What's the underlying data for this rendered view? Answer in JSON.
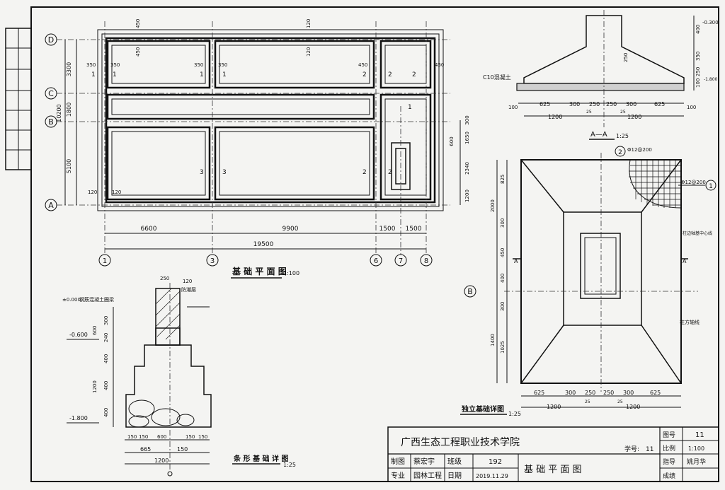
{
  "plan": {
    "title": "基 础 平 面 图",
    "scale": "1:100",
    "axis_rows": [
      "D",
      "C",
      "B",
      "A"
    ],
    "axis_cols": [
      "1",
      "3",
      "6",
      "7",
      "8"
    ],
    "left_dims": [
      "3300",
      "1800",
      "5100"
    ],
    "left_total": "10200",
    "bottom_dims": [
      "6600",
      "9900",
      "1500",
      "1500"
    ],
    "bottom_total": "19500",
    "right_dims": [
      "300",
      "600",
      "1650",
      "2340",
      "1200"
    ],
    "wall_dims": [
      "350",
      "350",
      "450",
      "450",
      "120",
      "120",
      "350",
      "350",
      "450",
      "450",
      "120",
      "120"
    ],
    "sec_marks": [
      "1",
      "1",
      "1",
      "1",
      "2",
      "2",
      "2",
      "3",
      "3",
      "2",
      "1",
      "2"
    ]
  },
  "sectionAA": {
    "title": "A—A",
    "scale": "1:25",
    "concrete_label": "C10混凝土",
    "dims_bottom": [
      "100",
      "625",
      "300",
      "250",
      "250",
      "300",
      "625",
      "100"
    ],
    "dims_sub": [
      "1200",
      "25",
      "25",
      "1200"
    ],
    "dims_right": [
      "400",
      "350",
      "250",
      "100"
    ],
    "dim_mid": "250",
    "level": "-0.300",
    "level2": "-1.800"
  },
  "isoFooting": {
    "title": "独立基础详图",
    "scale": "1:25",
    "rebar_1": "Φ12@200",
    "rebar_2": "Φ12@200",
    "mark_1": "1",
    "mark_2": "2",
    "note_column": "柱边轴基中心线",
    "note_axis": "柱方轴线",
    "axis": "B",
    "section_mark": "A",
    "dims_left": [
      "2000",
      "825",
      "300",
      "450",
      "400",
      "300",
      "1025",
      "1400"
    ],
    "dims_bottom": [
      "625",
      "300",
      "250",
      "250",
      "300",
      "625"
    ],
    "dims_sub": [
      "1200",
      "25",
      "25",
      "1200"
    ]
  },
  "stripFooting": {
    "title": "条 形 基 础 详 图",
    "scale": "1:25",
    "label_damp": "防潮层",
    "label_beam": "钢筋混凝土圈梁",
    "level_0": "±0.000",
    "level_1": "-0.600",
    "level_2": "-1.800",
    "dims_top": [
      "250",
      "120"
    ],
    "dims_left": [
      "300",
      "600",
      "240",
      "400",
      "1200",
      "400",
      "400"
    ],
    "dims_bottom": [
      "150",
      "150",
      "600",
      "150",
      "150"
    ],
    "dims_bottom2": [
      "665",
      "150"
    ],
    "dims_total": "1200"
  },
  "titleBlock": {
    "school": "广西生态工程职业技术学院",
    "student_no_label": "学号:",
    "student_no": "11",
    "drawn_label": "制图",
    "drawn_name": "蔡宏宇",
    "class_label": "班级",
    "class_value": "192",
    "major_label": "专业",
    "major_value": "园林工程",
    "date_label": "日期",
    "date_value": "2019.11.29",
    "drawing_title": "基 础 平 面 图",
    "sheet_no_label": "图号",
    "sheet_no": "11",
    "scale_label": "比例",
    "scale_value": "1:100",
    "advisor_label": "指导",
    "advisor_name": "姚月华",
    "grade_label": "成绩",
    "grade_value": ""
  }
}
